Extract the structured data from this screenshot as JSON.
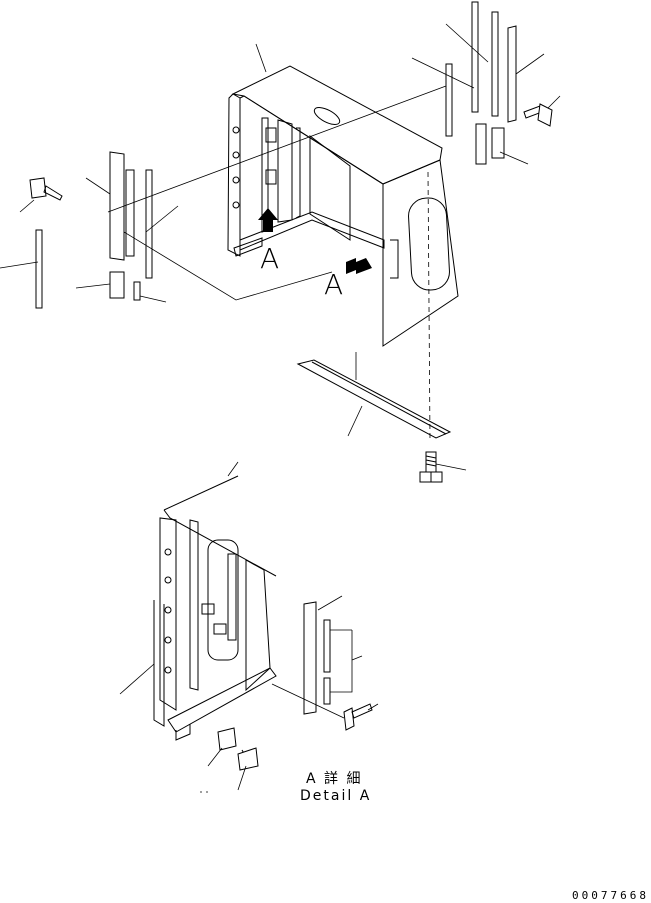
{
  "views": {
    "main": {
      "view_marker_left": "A",
      "view_marker_right": "A"
    },
    "detail": {
      "caption_jp": "A 詳 細",
      "caption_en": "Detail A"
    }
  },
  "drawing_number": "00077668"
}
